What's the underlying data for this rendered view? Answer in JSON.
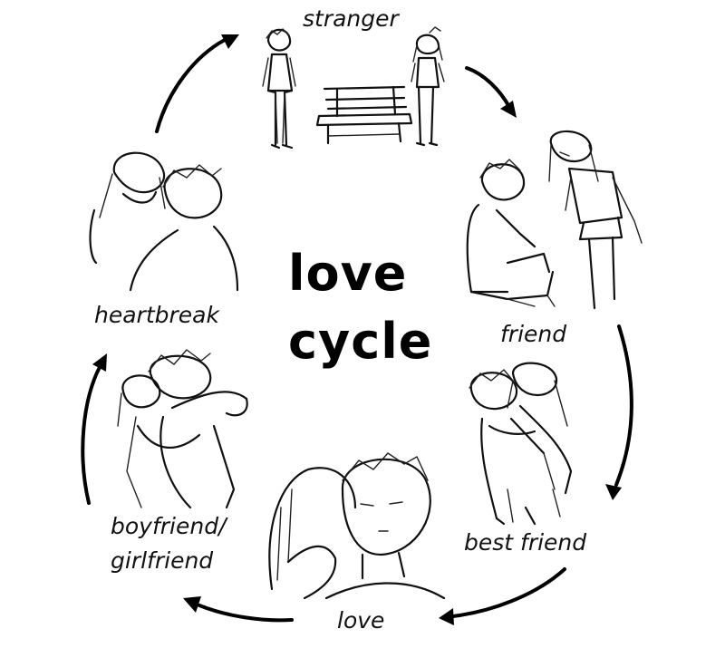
{
  "title": {
    "line1": "love",
    "line2": "cycle"
  },
  "stages": {
    "stranger": "stranger",
    "friend": "friend",
    "best_friend": "best friend",
    "love": "love",
    "partner_line1": "boyfriend/",
    "partner_line2": "girlfriend",
    "heartbreak": "heartbreak"
  }
}
